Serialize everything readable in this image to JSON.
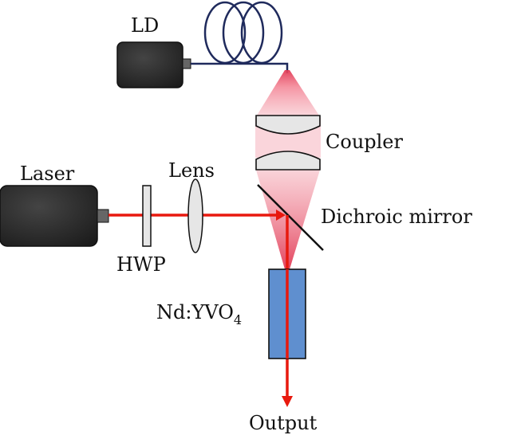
{
  "labels": {
    "ld": "LD",
    "coupler": "Coupler",
    "laser": "Laser",
    "lens": "Lens",
    "dichroic_mirror": "Dichroic mirror",
    "hwp": "HWP",
    "crystal_main": "Nd:YVO",
    "crystal_subscript": "4",
    "output": "Output"
  },
  "colors": {
    "beam": "#e8190e",
    "pump_cone": "#f06c7d",
    "crystal": "#5f8fcf",
    "fiber": "#1f2a5c",
    "device_body": "#2a2a2a"
  }
}
